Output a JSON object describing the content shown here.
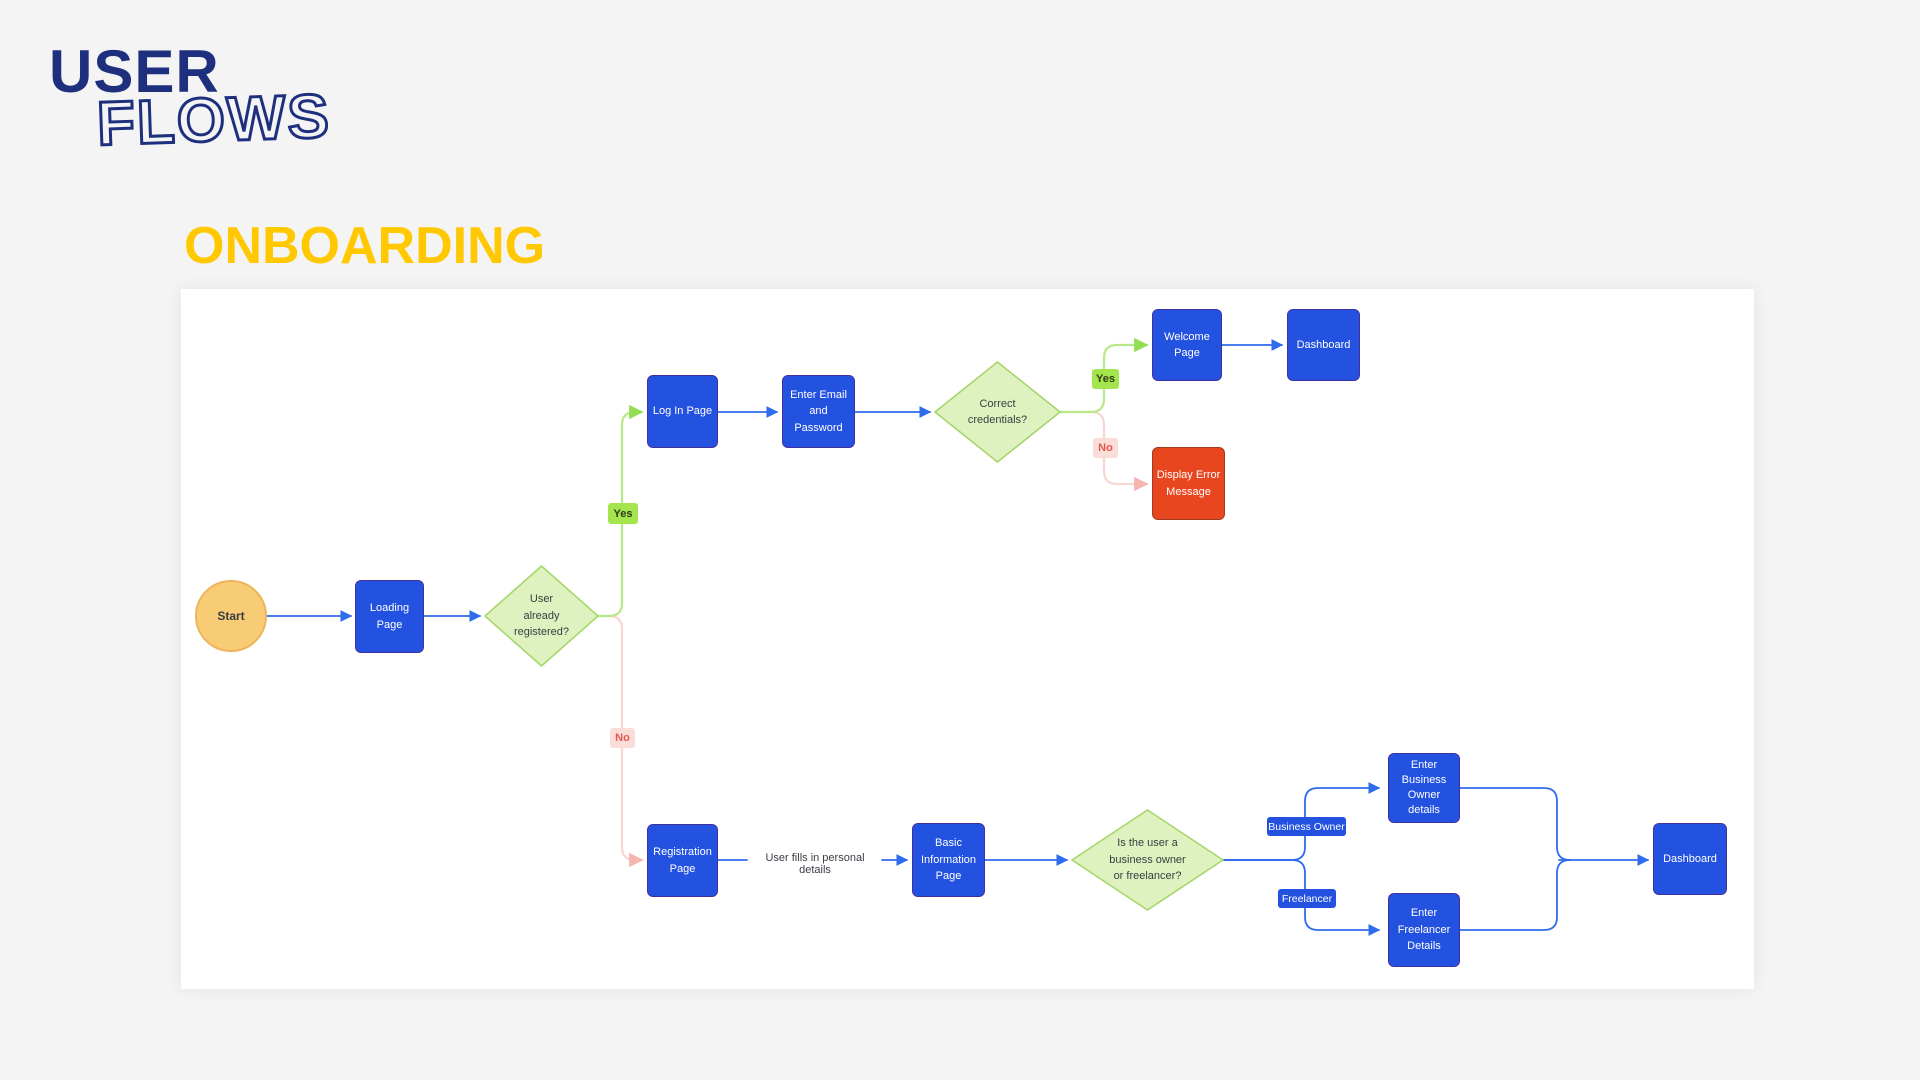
{
  "logo": {
    "line1": "USER",
    "line2": "FLOWS"
  },
  "section_title": "ONBOARDING",
  "colors": {
    "page_bg": "#f4f4f5",
    "canvas": "#ffffff",
    "navy": "#1e2f7e",
    "accent": "#ffc800",
    "node_blue": "#2452e0",
    "node_blue_border": "#43309f",
    "node_red": "#e8461f",
    "node_red_border": "#a03b20",
    "decision_fill": "#def2bf",
    "decision_border": "#a6d66b",
    "start_fill": "#f8cc74",
    "start_border": "#eeb45c",
    "yes_bg": "#a4e54e",
    "no_bg": "#fadcd9",
    "no_text": "#e25a4d",
    "arrow_blue": "#2f6bed",
    "line_green": "#b9e888",
    "line_pink": "#f8d7d3",
    "text_dark": "#383d44"
  },
  "flow": {
    "nodes": {
      "start": "Start",
      "loading_page": "Loading\nPage",
      "registered_decision": "User\nalready\nregistered?",
      "login_page": "Log In Page",
      "enter_email": "Enter Email\nand\nPassword",
      "credentials_decision": "Correct\ncredentials?",
      "welcome_page": "Welcome\nPage",
      "dashboard_login": "Dashboard",
      "display_error": "Display Error\nMessage",
      "registration_page": "Registration\nPage",
      "basic_info_page": "Basic\nInformation\nPage",
      "owner_decision": "Is the user a\nbusiness owner\nor freelancer?",
      "enter_business_owner": "Enter\nBusiness\nOwner\ndetails",
      "enter_freelancer": "Enter\nFreelancer\nDetails",
      "dashboard_final": "Dashboard"
    },
    "edge_labels": {
      "yes_registered": "Yes",
      "no_registered": "No",
      "yes_credentials": "Yes",
      "no_credentials": "No",
      "fills_details": "User fills in personal details",
      "business_owner": "Business Owner",
      "freelancer": "Freelancer"
    }
  }
}
